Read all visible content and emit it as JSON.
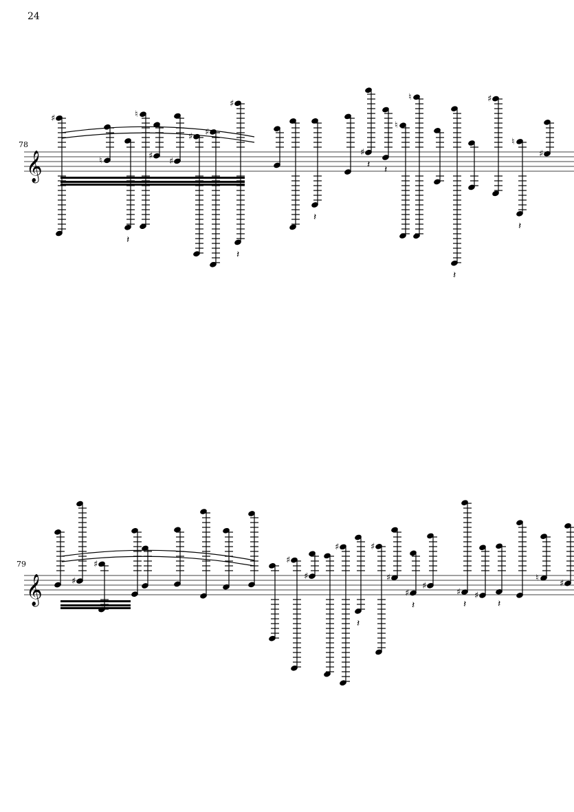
{
  "page": {
    "number": "24"
  },
  "systems": [
    {
      "measure_number": "78",
      "clef": "treble"
    },
    {
      "measure_number": "79",
      "clef": "treble"
    }
  ],
  "colors": {
    "ink": "#000000",
    "paper": "#ffffff"
  }
}
